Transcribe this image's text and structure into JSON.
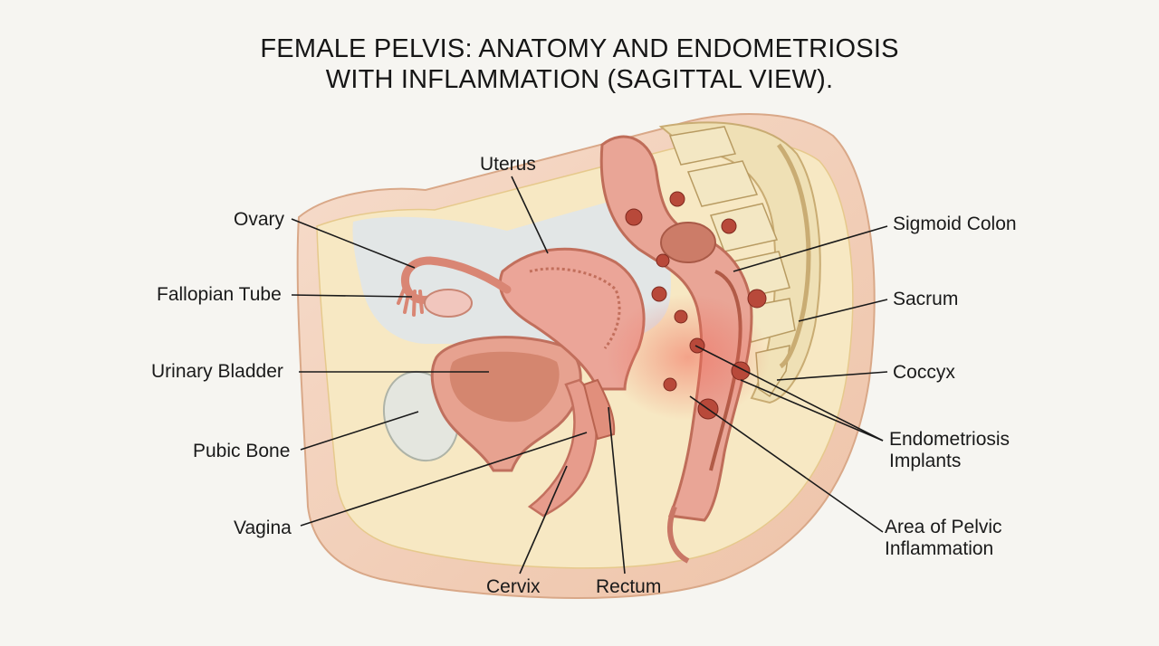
{
  "title": {
    "line1": "FEMALE PELVIS: ANATOMY AND ENDOMETRIOSIS",
    "line2": "WITH INFLAMMATION (SAGITTAL VIEW)."
  },
  "labels": {
    "uterus": "Uterus",
    "ovary": "Ovary",
    "fallopian_tube": "Fallopian Tube",
    "urinary_bladder": "Urinary Bladder",
    "pubic_bone": "Pubic Bone",
    "vagina": "Vagina",
    "cervix": "Cervix",
    "rectum": "Rectum",
    "sigmoid_colon": "Sigmoid Colon",
    "sacrum": "Sacrum",
    "coccyx": "Coccyx",
    "endometriosis_line1": "Endometriosis",
    "endometriosis_line2": "Implants",
    "inflammation_line1": "Area of Pelvic",
    "inflammation_line2": "Inflammation"
  },
  "colors": {
    "background": "#f6f5f1",
    "skin": "#f3d2bd",
    "fat": "#f6e7bf",
    "organ": "#e8a294",
    "organ_dark": "#c97766",
    "bone": "#efe3bf",
    "implant": "#b8493a",
    "inflammation": "#f07a6a"
  }
}
